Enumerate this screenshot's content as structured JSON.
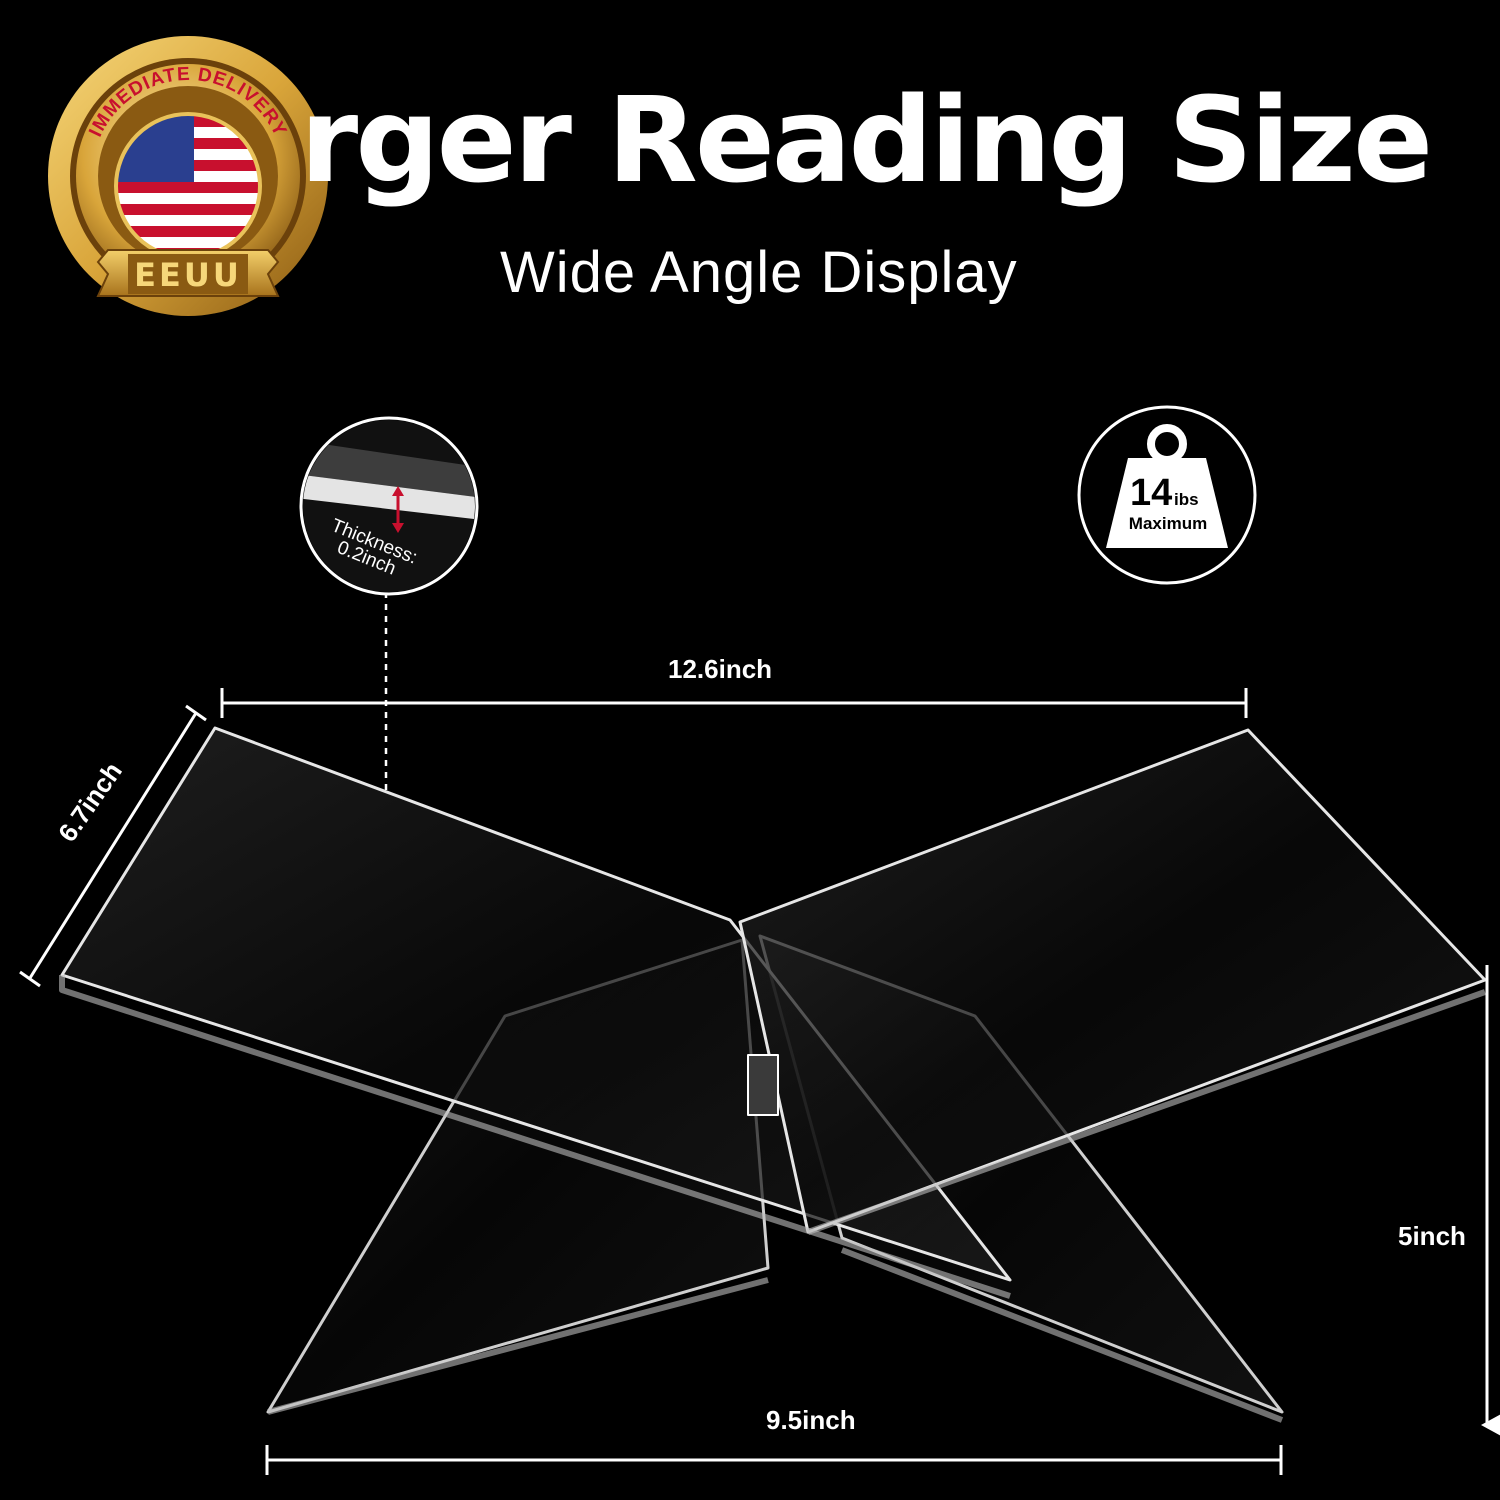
{
  "headline": "rger Reading Size",
  "subheadline": "Wide Angle Display",
  "badge": {
    "top_text": "IMMEDIATE DELIVERY",
    "ribbon_text": "EEUU",
    "icon": "us-flag-icon",
    "colors": {
      "gold": "#d9a53a",
      "gold_dark": "#8a5a12",
      "red": "#c8102e",
      "blue": "#2a3f8f"
    }
  },
  "thickness_callout": {
    "label": "Thickness:",
    "value": "0.2inch",
    "accent": "#c8102e"
  },
  "weight_callout": {
    "value": "14",
    "unit": "ibs",
    "label": "Maximum",
    "icon": "weight-icon"
  },
  "dimensions": {
    "top_width": "12.6inch",
    "bottom_width": "9.5inch",
    "height": "5inch",
    "side_depth": "6.7inch"
  }
}
